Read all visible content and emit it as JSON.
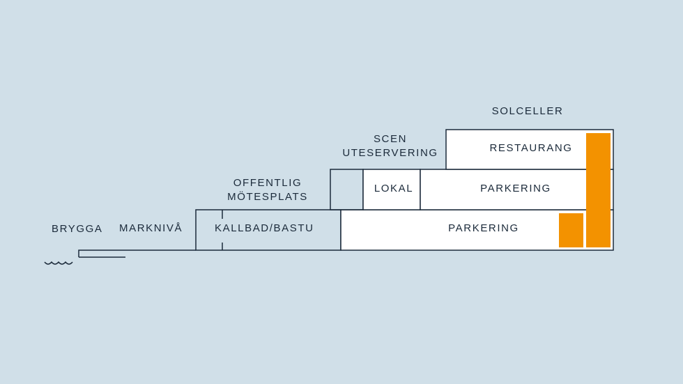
{
  "colors": {
    "background": "#d0dfe8",
    "box_fill": "#ffffff",
    "line": "#1b2a3a",
    "solar": "#f39200"
  },
  "labels": {
    "brygga": "BRYGGA",
    "markniva": "MARKNIVÅ",
    "offentlig_motesplats": [
      "OFFENTLIG",
      "MÖTESPLATS"
    ],
    "kallbad_bastu": "KALLBAD/BASTU",
    "scen_uteservering": [
      "SCEN",
      "UTESERVERING"
    ],
    "lokal": "LOKAL",
    "parkering_upper": "PARKERING",
    "parkering_lower": "PARKERING",
    "restaurang": "RESTAURANG",
    "solceller": "SOLCELLER"
  },
  "icons": {
    "water": "water-waves-icon"
  }
}
